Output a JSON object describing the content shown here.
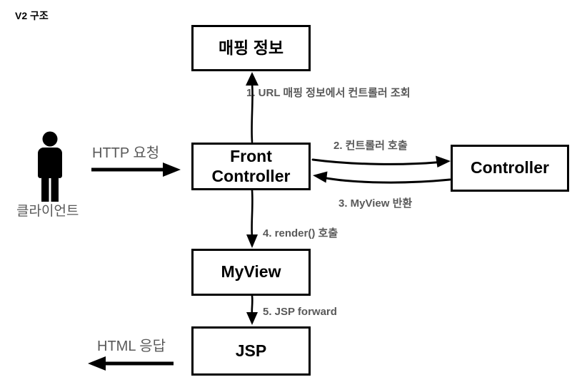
{
  "title": "V2 구조",
  "client": {
    "label": "클라이언트",
    "request_label": "HTTP 요청",
    "response_label": "HTML 응답"
  },
  "boxes": {
    "mapping": "매핑 정보",
    "front_controller": "Front Controller",
    "controller": "Controller",
    "myview": "MyView",
    "jsp": "JSP"
  },
  "steps": [
    "1. URL 매핑 정보에서 컨트롤러 조회",
    "2. 컨트롤러 호출",
    "3. MyView 반환",
    "4. render() 호출",
    "5. JSP forward"
  ],
  "colors": {
    "background": "#ffffff",
    "box_border": "#000000",
    "box_text": "#000000",
    "step_text": "#595959",
    "arrow": "#000000"
  }
}
